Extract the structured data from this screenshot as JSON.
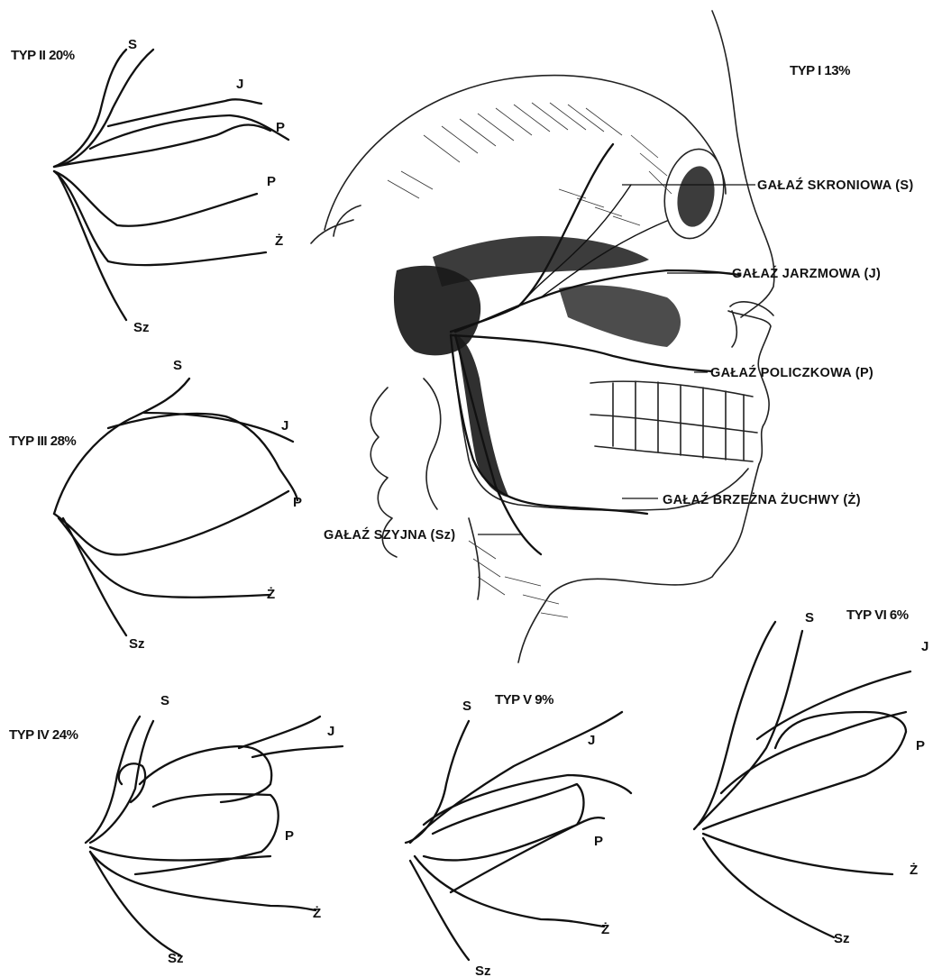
{
  "types": {
    "t1": "TYP I 13%",
    "t2": "TYP II 20%",
    "t3": "TYP III 28%",
    "t4": "TYP IV 24%",
    "t5": "TYP V 9%",
    "t6": "TYP VI 6%"
  },
  "branch_labels": {
    "temporal": "GAŁAŹ SKRONIOWA (S)",
    "zygomatic": "GAŁAŹ JARZMOWA (J)",
    "buccal": "GAŁAŹ POLICZKOWA (P)",
    "mandibular": "GAŁAŹ BRZEŻNA ŻUCHWY (Ż)",
    "cervical": "GAŁAŹ SZYJNA (Sz)"
  },
  "letters": {
    "S": "S",
    "J": "J",
    "P": "P",
    "Z": "Ż",
    "Sz": "Sz"
  }
}
